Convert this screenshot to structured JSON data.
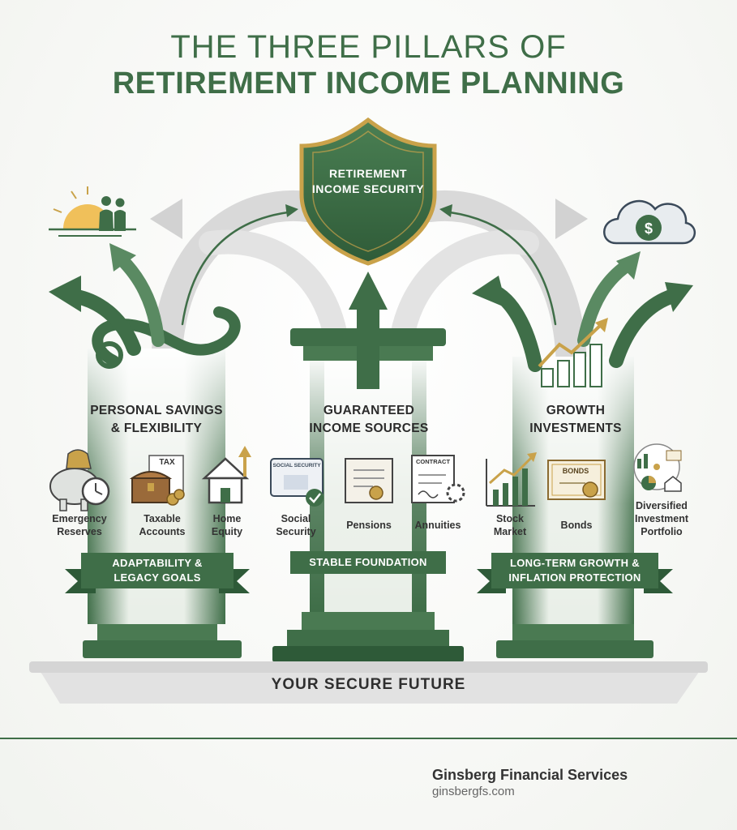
{
  "title": {
    "line1": "THE THREE PILLARS OF",
    "line2": "RETIREMENT INCOME PLANNING"
  },
  "center": {
    "shield": "RETIREMENT INCOME SECURITY"
  },
  "pillars": [
    {
      "title_line1": "PERSONAL SAVINGS",
      "title_line2": "& FLEXIBILITY",
      "items": [
        {
          "label": "Emergency Reserves",
          "icon": "piggy-bank-clock-icon"
        },
        {
          "label": "Taxable Accounts",
          "icon": "treasure-chest-tax-icon",
          "icon_text": "TAX"
        },
        {
          "label": "Home Equity",
          "icon": "house-arrow-icon"
        }
      ],
      "banner": "ADAPTABILITY & LEGACY GOALS",
      "top_icon": "sunset-couple-icon"
    },
    {
      "title_line1": "GUARANTEED",
      "title_line2": "INCOME SOURCES",
      "items": [
        {
          "label": "Social Security",
          "icon": "social-security-card-icon",
          "icon_text": "SOCIAL SECURITY"
        },
        {
          "label": "Pensions",
          "icon": "pension-scroll-icon"
        },
        {
          "label": "Annuities",
          "icon": "annuity-contract-icon",
          "icon_text": "CONTRACT"
        }
      ],
      "banner": "STABLE FOUNDATION"
    },
    {
      "title_line1": "GROWTH",
      "title_line2": "INVESTMENTS",
      "items": [
        {
          "label": "Stock Market",
          "icon": "stock-chart-icon"
        },
        {
          "label": "Bonds",
          "icon": "bond-certificate-icon",
          "icon_text": "BONDS"
        },
        {
          "label": "Diversified Investment Portfolio",
          "icon": "portfolio-collage-icon"
        }
      ],
      "banner": "LONG-TERM GROWTH & INFLATION PROTECTION",
      "top_icon": "cloud-dollar-icon"
    }
  ],
  "base": "YOUR SECURE FUTURE",
  "footer": {
    "brand": "Ginsberg Financial Services",
    "website": "ginsbergfs.com"
  },
  "colors": {
    "green": "#3f6e48",
    "dark_green": "#2e5a38",
    "gold": "#c9a24a",
    "light_gray": "#dcdcdc"
  }
}
